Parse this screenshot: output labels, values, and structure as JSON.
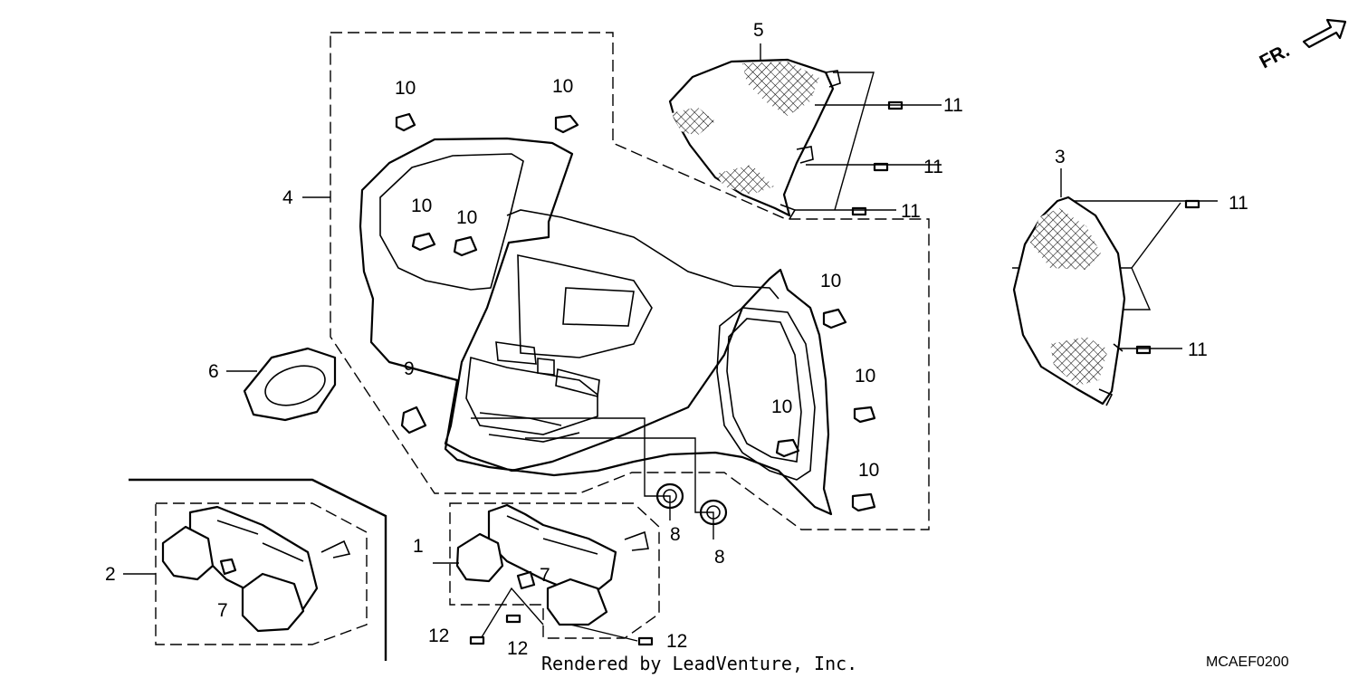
{
  "callouts": {
    "c1": "1",
    "c2": "2",
    "c3": "3",
    "c4": "4",
    "c5": "5",
    "c6": "6",
    "c7a": "7",
    "c7b": "7",
    "c8a": "8",
    "c8b": "8",
    "c9": "9",
    "c10a": "10",
    "c10b": "10",
    "c10c": "10",
    "c10d": "10",
    "c10e": "10",
    "c10f": "10",
    "c10g": "10",
    "c11a": "11",
    "c11b": "11",
    "c11c": "11",
    "c11d": "11",
    "c11e": "11",
    "c12a": "12",
    "c12b": "12",
    "c12c": "12"
  },
  "direction_arrow": {
    "label": "FR."
  },
  "footer": {
    "rendered_by": "Rendered by LeadVenture, Inc.",
    "diagram_code": "MCAEF0200"
  }
}
